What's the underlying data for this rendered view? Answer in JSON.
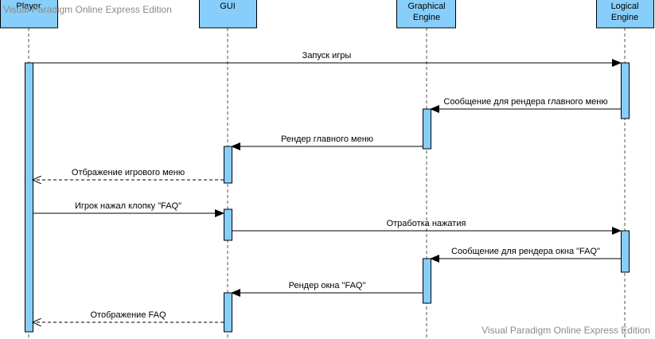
{
  "diagram": {
    "type": "sequence",
    "participants": [
      {
        "id": "player",
        "name": "Player"
      },
      {
        "id": "gui",
        "name": "GUI"
      },
      {
        "id": "graphical",
        "name": "Graphical\nEngine"
      },
      {
        "id": "logical",
        "name": "Logical\nEngine"
      }
    ],
    "messages": [
      {
        "from": "player",
        "to": "logical",
        "label": "Запуск игры",
        "kind": "sync"
      },
      {
        "from": "logical",
        "to": "graphical",
        "label": "Сообщение для рендера главного меню",
        "kind": "sync"
      },
      {
        "from": "graphical",
        "to": "gui",
        "label": "Рендер главного меню",
        "kind": "sync"
      },
      {
        "from": "gui",
        "to": "player",
        "label": "Отбражение игрового меню",
        "kind": "return"
      },
      {
        "from": "player",
        "to": "gui",
        "label": "Игрок нажал клопку \"FAQ\"",
        "kind": "sync"
      },
      {
        "from": "gui",
        "to": "logical",
        "label": "Отработка нажатия",
        "kind": "sync"
      },
      {
        "from": "logical",
        "to": "graphical",
        "label": "Сообщение для рендера окна \"FAQ\"",
        "kind": "sync"
      },
      {
        "from": "graphical",
        "to": "gui",
        "label": "Рендер окна \"FAQ\"",
        "kind": "sync"
      },
      {
        "from": "gui",
        "to": "player",
        "label": "Отображение FAQ",
        "kind": "return"
      }
    ]
  },
  "watermark": {
    "top": "Visual Paradigm Online Express Edition",
    "bottom": "Visual Paradigm Online Express Edition"
  },
  "colors": {
    "participant_fill": "#87CEFA",
    "activation_fill": "#87CEFA",
    "stroke": "#000000",
    "lifeline": "#555555"
  }
}
